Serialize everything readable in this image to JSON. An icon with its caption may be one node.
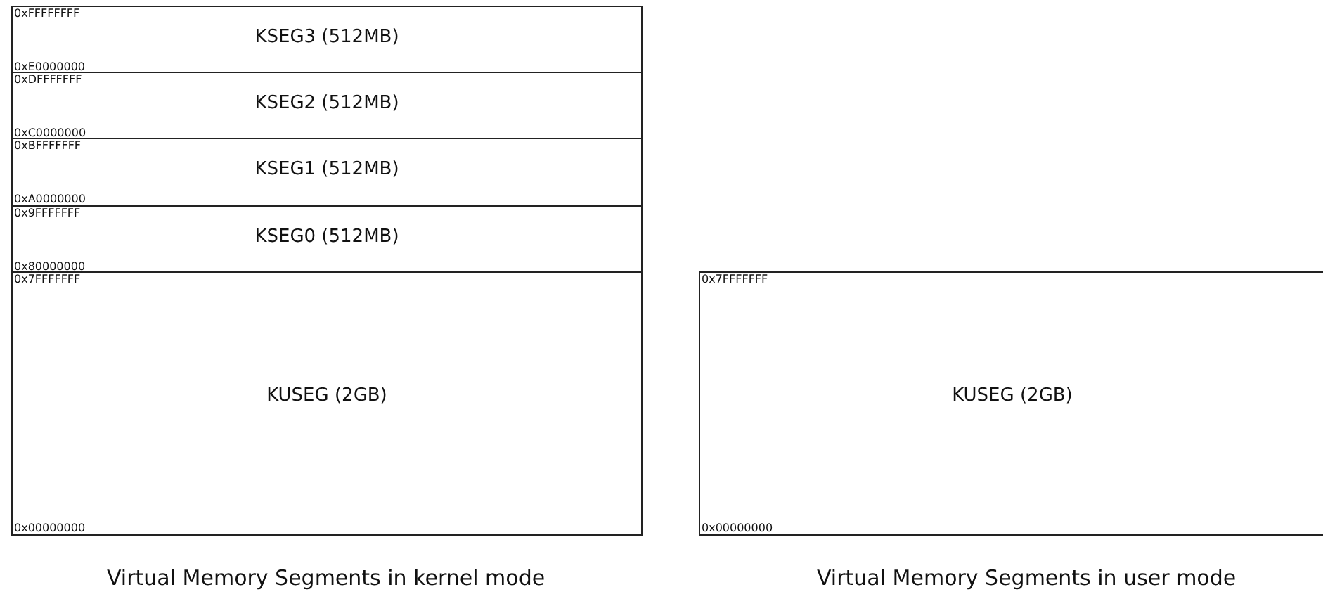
{
  "diagram": {
    "nodes": [
      {
        "text": [
          "0xFFFFFFFF",
          "KSEG3 (512MB)",
          "0xE0000000"
        ]
      },
      {
        "text": [
          "0xDFFFFFFF",
          "KSEG2 (512MB)",
          "0xC0000000"
        ]
      },
      {
        "text": [
          "0xBFFFFFFF",
          "KSEG1 (512MB)",
          "0xA0000000"
        ]
      },
      {
        "text": [
          "0x9FFFFFFF",
          "KSEG0 (512MB)",
          "0x80000000"
        ]
      },
      {
        "text": [
          "0x7FFFFFFF",
          "KUSEG (2GB)",
          "0x00000000"
        ]
      },
      {
        "text": [
          "0x7FFFFFFF",
          "KUSEG (2GB)",
          "0x00000000"
        ]
      }
    ],
    "labels": [
      "Virtual Memory Segments in kernel mode",
      "Virtual Memory Segments in user mode"
    ]
  }
}
